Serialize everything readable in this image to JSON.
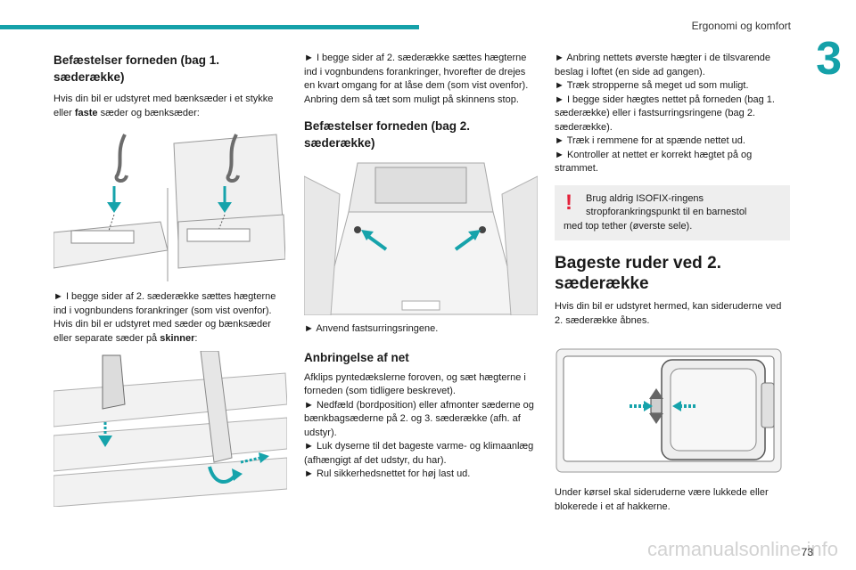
{
  "header": {
    "title": "Ergonomi og komfort",
    "chapter": "3"
  },
  "col1": {
    "heading": "Befæstelser forneden (bag 1. sæderække)",
    "intro_a": "Hvis din bil er udstyret med bænksæder i et stykke eller ",
    "intro_bold": "faste",
    "intro_b": " sæder og bænksæder:",
    "step1": "► I begge sider af 2. sæderække sættes hægterne ind i vognbundens forankringer (som vist ovenfor).",
    "note_a": "Hvis din bil er udstyret med sæder og bænksæder eller separate sæder på ",
    "note_bold": "skinner",
    "note_b": ":"
  },
  "col2": {
    "step1": "► I begge sider af 2. sæderække sættes hægterne ind i vognbundens forankringer, hvorefter de drejes en kvart omgang for at låse dem (som vist ovenfor).",
    "step1b": "Anbring dem så tæt som muligt på skinnens stop.",
    "heading2": "Befæstelser forneden (bag 2. sæderække)",
    "step2": "► Anvend fastsurringsringene.",
    "heading3": "Anbringelse af net",
    "net_intro": "Afklips pyntedækslerne foroven, og sæt hægterne i forneden (som tidligere beskrevet).",
    "net_step1": "► Nedfæld (bordposition) eller afmonter sæderne og bænkbagsæderne på 2. og 3. sæderække (afh. af udstyr).",
    "net_step2": "► Luk dyserne til det bageste varme- og klimaanlæg (afhængigt af det udstyr, du har).",
    "net_step3": "► Rul sikkerhedsnettet for høj last ud."
  },
  "col3": {
    "s1": "► Anbring nettets øverste hægter i de tilsvarende beslag i loftet (en side ad gangen).",
    "s2": "► Træk stropperne så meget ud som muligt.",
    "s3": "► I begge sider hægtes nettet på forneden (bag 1. sæderække) eller i fastsurringsringene (bag 2. sæderække).",
    "s4": "► Træk i remmene for at spænde nettet ud.",
    "s5": "► Kontroller at nettet er korrekt hægtet på og strammet.",
    "warning_a": "Brug aldrig ISOFIX-ringens stropforankringspunkt til en barnestol",
    "warning_b": "med top tether (øverste sele).",
    "heading": "Bageste ruder ved 2. sæderække",
    "intro": "Hvis din bil er udstyret hermed, kan sideruderne ved 2. sæderække åbnes.",
    "outro": "Under kørsel skal sideruderne være lukkede eller blokerede i et af hakkerne."
  },
  "page_number": "73",
  "watermark": "carmanualsonline.info",
  "colors": {
    "accent": "#15a1a9",
    "warning": "#e4213a",
    "arrow": "#16a3ab"
  }
}
